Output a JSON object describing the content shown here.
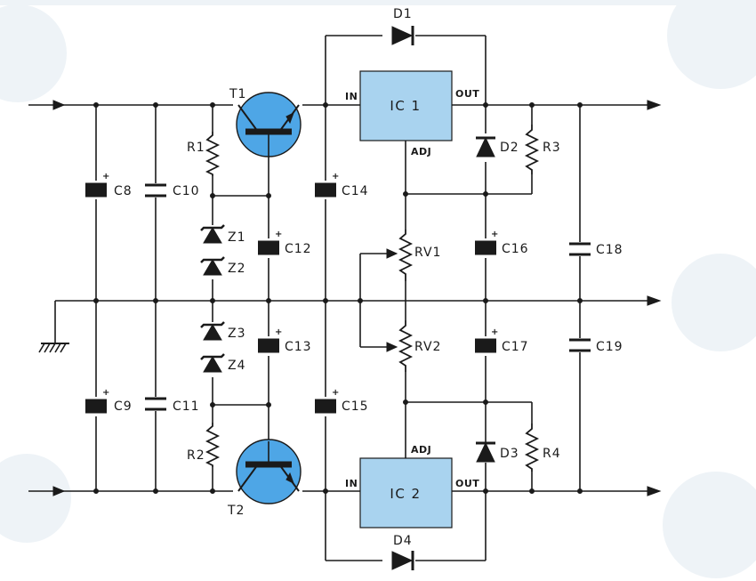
{
  "colors": {
    "component_fill": "#a9d3ef",
    "transistor_fill": "#4ea6e6",
    "line": "#1a1a1a",
    "background": "#ffffff"
  },
  "icons": {
    "ground": "ground-icon",
    "input_arrow": "arrow-right-icon",
    "output_arrow": "arrow-right-icon"
  },
  "labels": {
    "T1": "T1",
    "T2": "T2",
    "IC1": "IC 1",
    "IC2": "IC 2",
    "D1": "D1",
    "D2": "D2",
    "D3": "D3",
    "D4": "D4",
    "R1": "R1",
    "R2": "R2",
    "R3": "R3",
    "R4": "R4",
    "RV1": "RV1",
    "RV2": "RV2",
    "Z1": "Z1",
    "Z2": "Z2",
    "Z3": "Z3",
    "Z4": "Z4",
    "C8": "C8",
    "C9": "C9",
    "C10": "C10",
    "C11": "C11",
    "C12": "C12",
    "C13": "C13",
    "C14": "C14",
    "C15": "C15",
    "C16": "C16",
    "C17": "C17",
    "C18": "C18",
    "C19": "C19",
    "plus": "+"
  },
  "pins": {
    "ic1_in": "IN",
    "ic1_out": "OUT",
    "ic1_adj": "ADJ",
    "ic2_in": "IN",
    "ic2_out": "OUT",
    "ic2_adj": "ADJ"
  }
}
